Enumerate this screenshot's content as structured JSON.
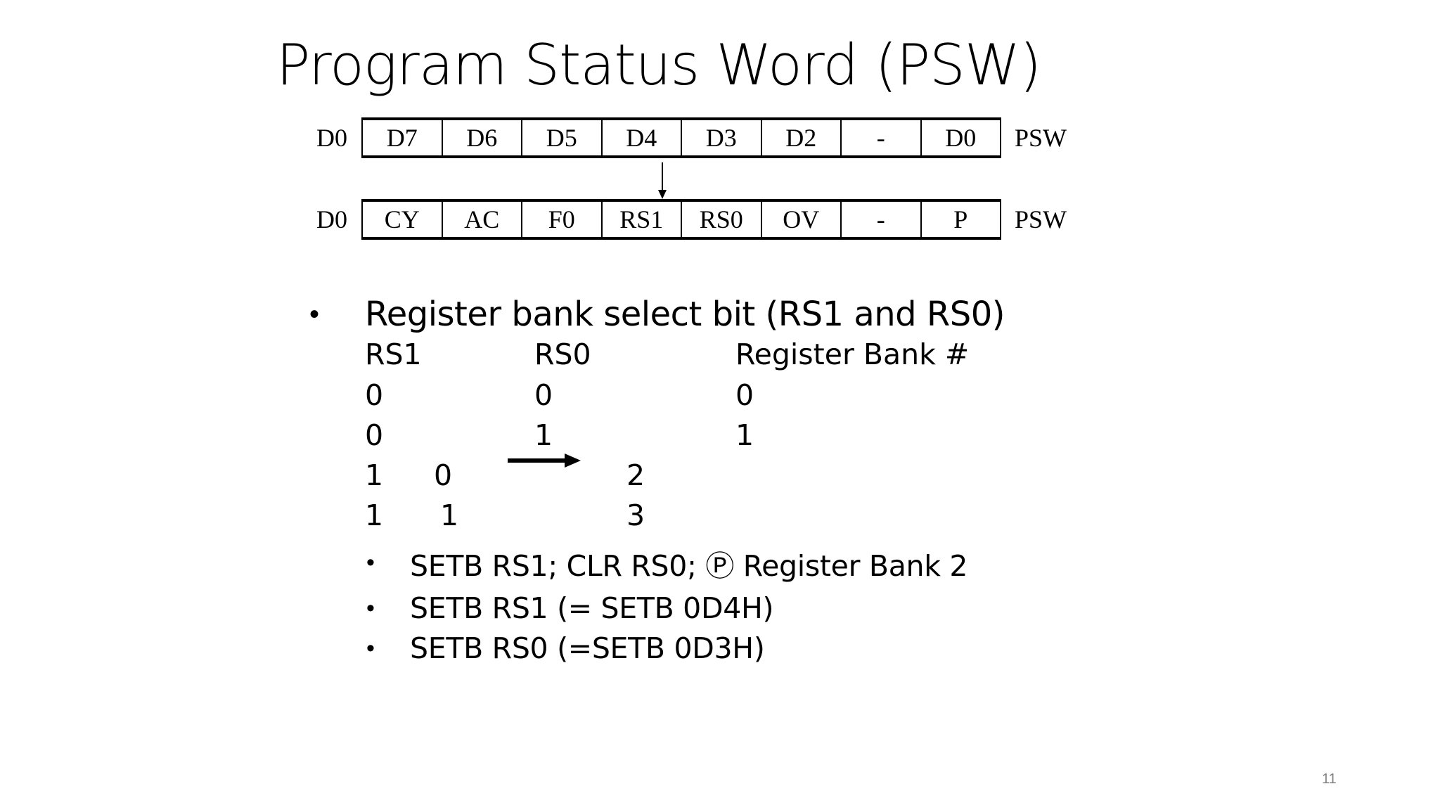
{
  "title": "Program Status Word (PSW)",
  "psw_diagram": {
    "left_label": "D0",
    "right_label": "PSW",
    "bit_names": [
      "D7",
      "D6",
      "D5",
      "D4",
      "D3",
      "D2",
      "-",
      "D0"
    ],
    "flag_names": [
      "CY",
      "AC",
      "F0",
      "RS1",
      "RS0",
      "OV",
      "-",
      "P"
    ]
  },
  "main_bullet": {
    "marker": "•",
    "text": "Register bank select bit (RS1 and RS0)"
  },
  "bank_table": {
    "headers": [
      "RS1",
      "RS0",
      "Register Bank #"
    ],
    "rows": [
      [
        "0",
        "0",
        "0"
      ],
      [
        "0",
        "1",
        "1"
      ],
      [
        "1",
        "0",
        "2"
      ],
      [
        "1",
        "1",
        "3"
      ]
    ]
  },
  "sub_bullets": {
    "marker": "•",
    "items": [
      "SETB RS1; CLR RS0; Ⓟ Register Bank 2",
      "SETB RS1 (= SETB 0D4H)",
      "SETB RS0 (=SETB 0D3H)"
    ]
  },
  "page_number": "11"
}
